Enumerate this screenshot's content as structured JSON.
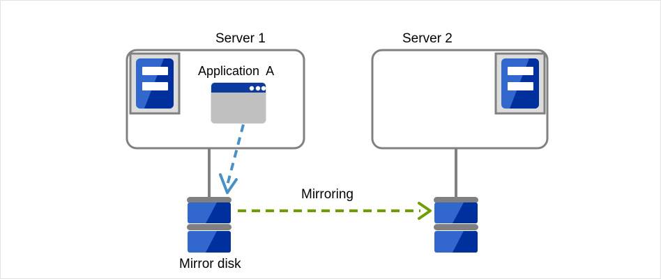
{
  "diagram": {
    "title_hidden": "",
    "colors": {
      "box_border": "#808080",
      "box_fill": "#ffffff",
      "icon_frame_border": "#808080",
      "icon_frame_fill": "#dcdcdc",
      "icon_blue_light": "#3268ce",
      "icon_blue_dark": "#002f9e",
      "icon_white": "#ffffff",
      "window_titlebar": "#0b3b9e",
      "window_body": "#c0c0c0",
      "window_border": "#bfbfbf",
      "disk_bar": "#808080",
      "connector_line": "#808080",
      "write_arrow": "#4a90c4",
      "mirror_arrow": "#6f9e00",
      "text": "#000000",
      "page_border": "#e2e2e2"
    },
    "nodes": [
      {
        "id": "server1",
        "label": "Server 1",
        "icon": "server-icon",
        "has_application": true
      },
      {
        "id": "server2",
        "label": "Server 2",
        "icon": "server-icon",
        "has_application": false
      }
    ],
    "application": {
      "label": "Application  A",
      "icon": "app-window-icon",
      "window_dots": 3
    },
    "disks": [
      {
        "id": "disk1",
        "label": "Mirror disk",
        "icon": "disk-stack-icon",
        "platters": 2
      },
      {
        "id": "disk2",
        "label": "",
        "icon": "disk-stack-icon",
        "platters": 2
      }
    ],
    "arrows": [
      {
        "id": "write-arrow",
        "label": "",
        "style": "dashed",
        "color": "#4a90c4",
        "from": "application",
        "to": "disk1"
      },
      {
        "id": "mirroring-arrow",
        "label": "Mirroring",
        "style": "dashed",
        "color": "#6f9e00",
        "from": "disk1",
        "to": "disk2"
      }
    ]
  }
}
